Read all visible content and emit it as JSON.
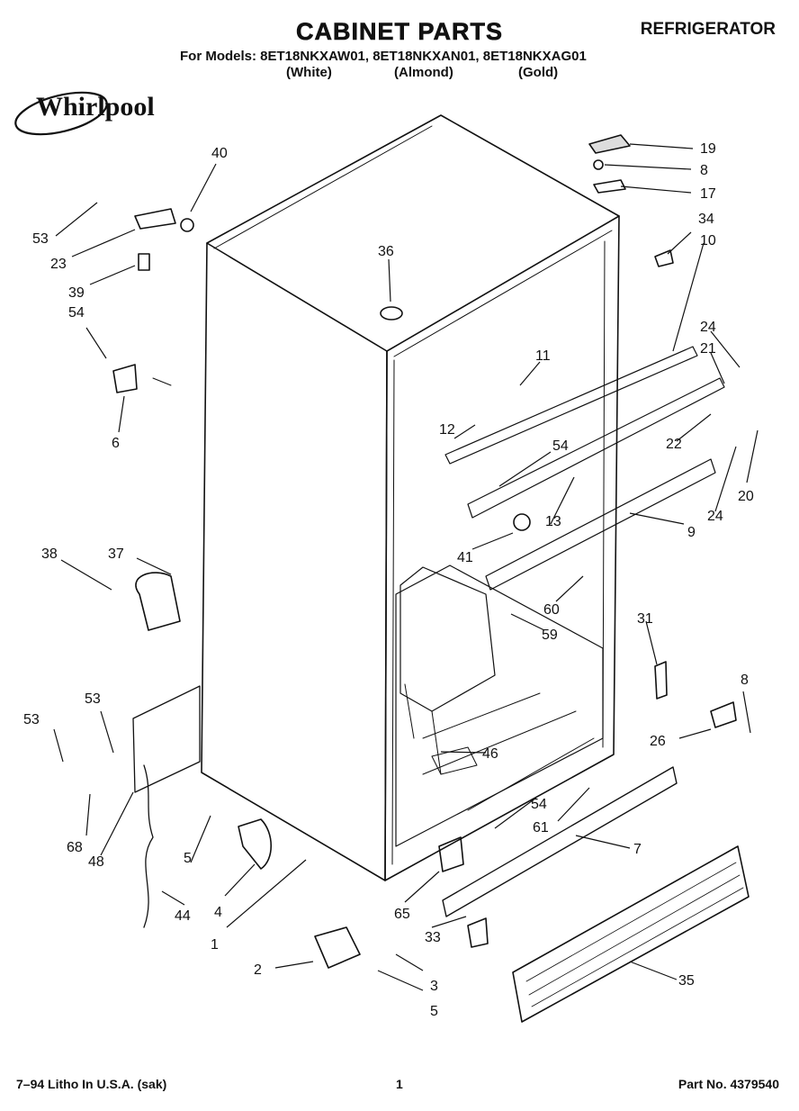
{
  "header": {
    "title": "CABINET PARTS",
    "category": "REFRIGERATOR",
    "models_line": "For Models: 8ET18NKXAW01, 8ET18NKXAN01, 8ET18NKXAG01",
    "colors": [
      "(White)",
      "(Almond)",
      "(Gold)"
    ]
  },
  "logo": {
    "text": "Whirlpool"
  },
  "callouts": [
    "40",
    "19",
    "8",
    "17",
    "53",
    "23",
    "34",
    "10",
    "39",
    "36",
    "54",
    "24",
    "11",
    "21",
    "6",
    "12",
    "54",
    "22",
    "20",
    "13",
    "24",
    "9",
    "41",
    "38",
    "37",
    "60",
    "59",
    "31",
    "53",
    "8",
    "46",
    "53",
    "26",
    "54",
    "61",
    "7",
    "5",
    "68",
    "48",
    "65",
    "4",
    "44",
    "1",
    "33",
    "35",
    "2",
    "3",
    "5"
  ],
  "footer": {
    "litho": "7–94 Litho In U.S.A. (sak)",
    "page": "1",
    "part_no": "Part No. 4379540"
  }
}
